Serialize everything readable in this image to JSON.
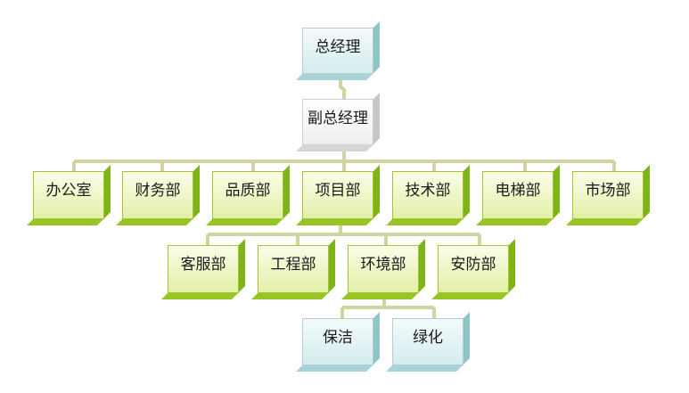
{
  "chart": {
    "ceo": "总经理",
    "vice": "副总经理",
    "departments": [
      "办公室",
      "财务部",
      "品质部",
      "项目部",
      "技术部",
      "电梯部",
      "市场部"
    ],
    "project_subs": [
      "客服部",
      "工程部",
      "环境部",
      "安防部"
    ],
    "env_subs": [
      "保洁",
      "绿化"
    ]
  },
  "colors": {
    "connector": "#d2d3a2",
    "teal_top": "#f4fbfb",
    "green_border": "#a3c62d"
  }
}
